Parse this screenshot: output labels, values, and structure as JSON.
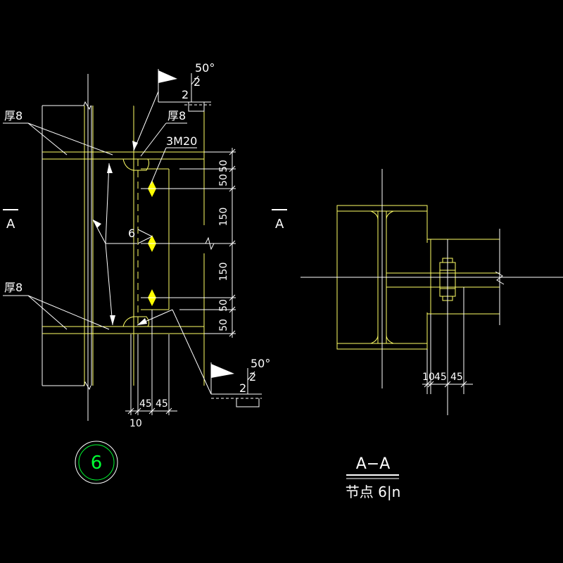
{
  "colors": {
    "background": "#000000",
    "steel": "#ffff66",
    "annotation": "#ffffff",
    "node_mark": "#00ff33",
    "bolt": "#ffff00"
  },
  "labels": {
    "section_mark_left": "A",
    "section_mark_right": "A",
    "thickness_top_left": "厚8",
    "thickness_bottom_left": "厚8",
    "thickness_top_right": "厚8",
    "bolts": "3M20",
    "weld_angle_top": "50°",
    "weld_angle_bottom": "50°",
    "weld_size_top_main": "2",
    "weld_size_top_sub": "2",
    "weld_size_bottom_main": "2",
    "weld_size_bottom_sub": "2",
    "fillet_weld_size": "6",
    "node_number": "6",
    "section_title": "A−A",
    "node_caption": "节点 6|n"
  },
  "dimensions": {
    "vertical": [
      "50",
      "50",
      "150",
      "150",
      "50",
      "50"
    ],
    "horizontal_left": [
      "45",
      "45"
    ],
    "horizontal_left_small": "10",
    "horizontal_right": [
      "10",
      "45",
      "45"
    ]
  }
}
